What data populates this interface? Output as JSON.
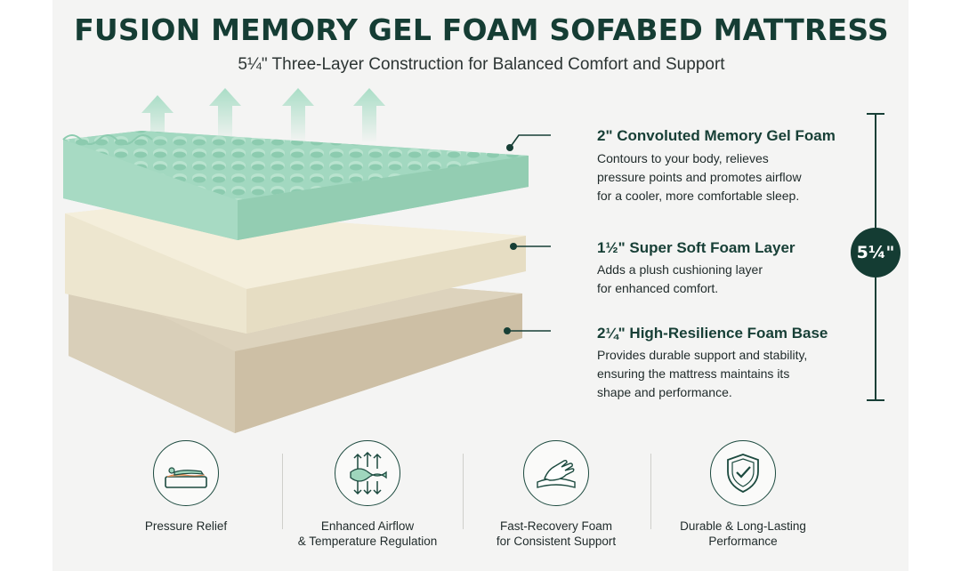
{
  "header": {
    "title": "FUSION MEMORY GEL FOAM SOFABED MATTRESS",
    "subtitle": "5¼\" Three-Layer Construction for Balanced Comfort and Support"
  },
  "layers": [
    {
      "label": "2\" Convoluted Memory Gel Foam",
      "description": "Contours to your body, relieves\npressure points and promotes airflow\nfor a cooler, more comfortable sleep."
    },
    {
      "label": "1½\" Super Soft Foam Layer",
      "description": "Adds a plush cushioning layer\nfor enhanced comfort."
    },
    {
      "label": "2¼\" High-Resilience Foam Base",
      "description": "Provides durable support and stability,\nensuring the mattress maintains its\nshape and performance."
    }
  ],
  "total_thickness": "5¼\"",
  "features": [
    {
      "icon": "pressure-relief-icon",
      "label": "Pressure Relief"
    },
    {
      "icon": "airflow-icon",
      "label": "Enhanced Airflow\n& Temperature Regulation"
    },
    {
      "icon": "hand-press-icon",
      "label": "Fast-Recovery Foam\nfor Consistent Support"
    },
    {
      "icon": "shield-check-icon",
      "label": "Durable & Long-Lasting\nPerformance"
    }
  ],
  "colors": {
    "brand_dark_green": "#153d34",
    "gel_foam": "#9fd6bd",
    "soft_foam": "#efe8d2",
    "base_foam": "#d8cdb6",
    "background": "#f4f4f3"
  }
}
